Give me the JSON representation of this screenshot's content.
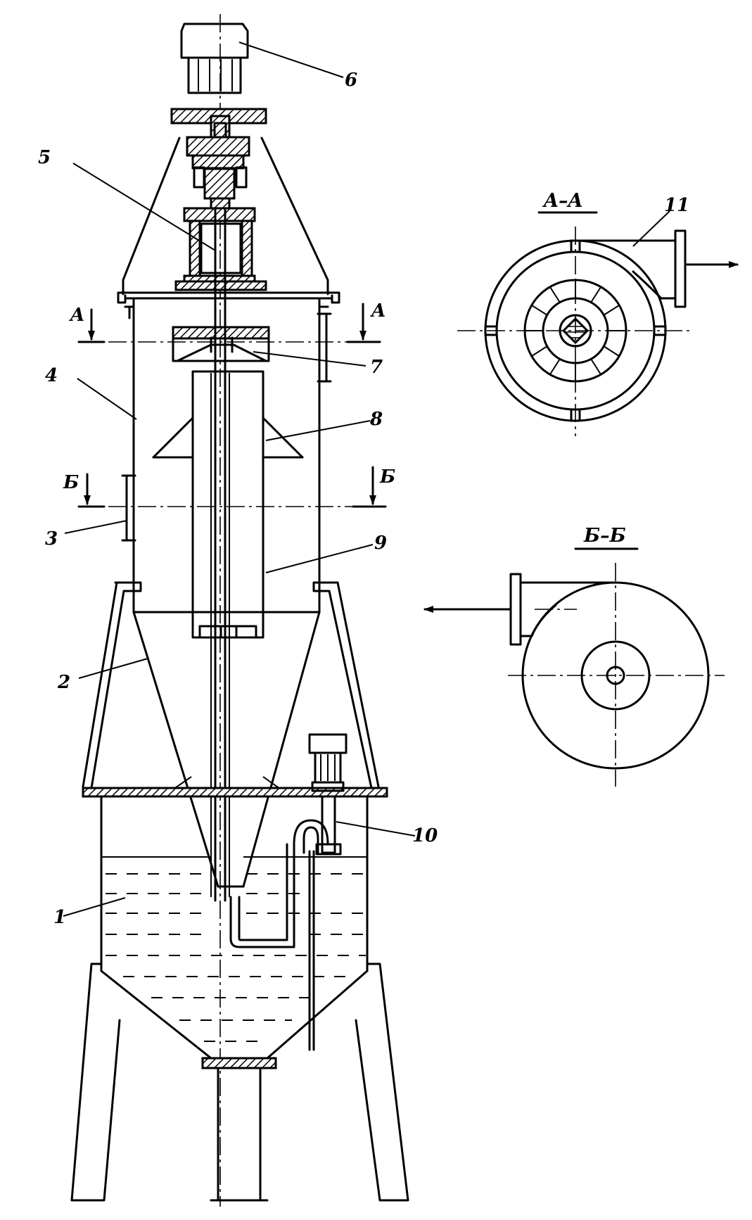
{
  "figure": {
    "labels": [
      {
        "id": "1",
        "text": "1"
      },
      {
        "id": "2",
        "text": "2"
      },
      {
        "id": "3",
        "text": "3"
      },
      {
        "id": "4",
        "text": "4"
      },
      {
        "id": "5",
        "text": "5"
      },
      {
        "id": "6",
        "text": "6"
      },
      {
        "id": "7",
        "text": "7"
      },
      {
        "id": "8",
        "text": "8"
      },
      {
        "id": "9",
        "text": "9"
      },
      {
        "id": "10",
        "text": "10"
      },
      {
        "id": "11",
        "text": "11"
      }
    ],
    "section_marks": {
      "a_left": "A",
      "a_right": "A",
      "b_left": "Б",
      "b_right": "Б"
    },
    "section_titles": {
      "aa": "A–A",
      "bb": "Б–Б"
    }
  }
}
